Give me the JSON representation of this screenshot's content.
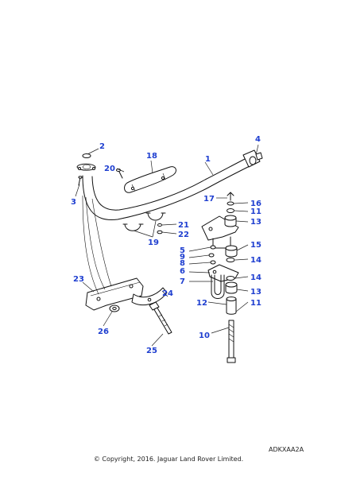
{
  "callouts": {
    "c1": "1",
    "c2": "2",
    "c3": "3",
    "c4": "4",
    "c5": "5",
    "c6": "6",
    "c7": "7",
    "c8": "8",
    "c9": "9",
    "c10": "10",
    "c11a": "11",
    "c11b": "11",
    "c12": "12",
    "c13a": "13",
    "c13b": "13",
    "c14a": "14",
    "c14b": "14",
    "c15": "15",
    "c16": "16",
    "c17": "17",
    "c18": "18",
    "c19": "19",
    "c20": "20",
    "c21": "21",
    "c22": "22",
    "c23": "23",
    "c24": "24",
    "c25": "25",
    "c26": "26"
  },
  "colors": {
    "callout": "#1f3fd0",
    "line": "#111111"
  },
  "footer": {
    "ref_code": "ADKXAA2A",
    "copyright": "© Copyright, 2016. Jaguar Land Rover Limited."
  }
}
